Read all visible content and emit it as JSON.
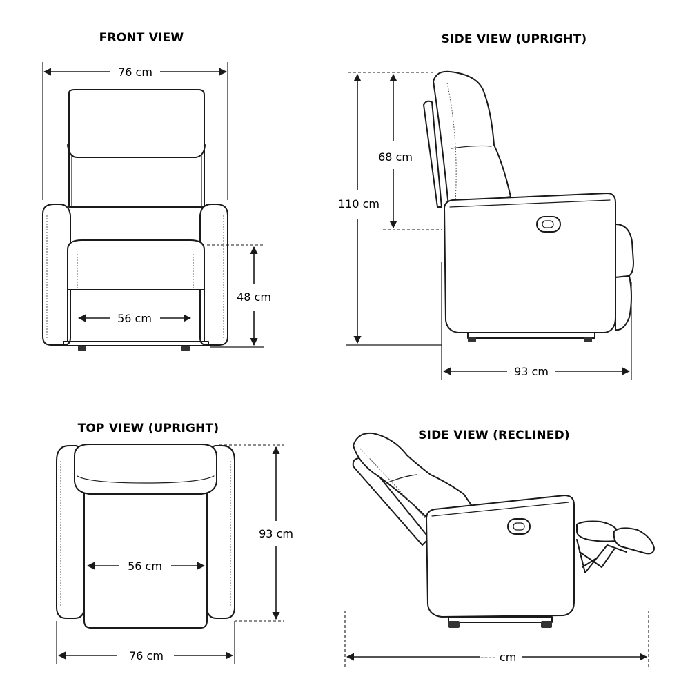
{
  "views": {
    "front": {
      "title": "FRONT VIEW",
      "width_label": "76 cm",
      "seat_width_label": "56 cm",
      "seat_height_label": "48 cm"
    },
    "side_upright": {
      "title": "SIDE VIEW (UPRIGHT)",
      "total_height_label": "110 cm",
      "back_height_label": "68 cm",
      "depth_label": "93 cm"
    },
    "top_upright": {
      "title": "TOP VIEW (UPRIGHT)",
      "seat_width_label": "56 cm",
      "depth_label": "93 cm",
      "width_label": "76 cm"
    },
    "side_reclined": {
      "title": "SIDE VIEW (RECLINED)",
      "length_label": "---- cm"
    }
  }
}
